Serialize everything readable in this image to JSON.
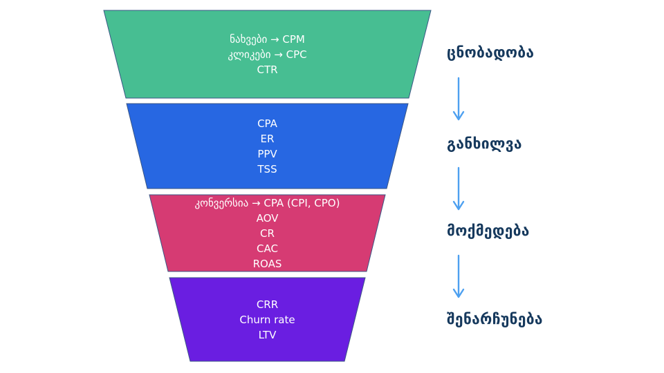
{
  "funnel": {
    "segments": [
      {
        "id": "awareness",
        "label": "ცნობადობა",
        "color": "#47BE92",
        "lines": [
          "ნახვები → CPM",
          "კლიკები → CPC",
          "CTR"
        ]
      },
      {
        "id": "consideration",
        "label": "განხილვა",
        "color": "#2767E2",
        "lines": [
          "CPA",
          "ER",
          "PPV",
          "TSS"
        ]
      },
      {
        "id": "action",
        "label": "მოქმედება",
        "color": "#D63B73",
        "lines": [
          "კონვერსია → CPA (CPI, CPO)",
          "AOV",
          "CR",
          "CAC",
          "ROAS"
        ]
      },
      {
        "id": "retention",
        "label": "შენარჩუნება",
        "color": "#6A1EE1",
        "lines": [
          "CRR",
          "Churn rate",
          "LTV"
        ]
      }
    ]
  },
  "colors": {
    "background": "#FFFFFF",
    "segment_text": "#FFFFFF",
    "label_text": "#16395D",
    "arrow": "#4DA0F0",
    "segment_border": "#3A5684"
  }
}
